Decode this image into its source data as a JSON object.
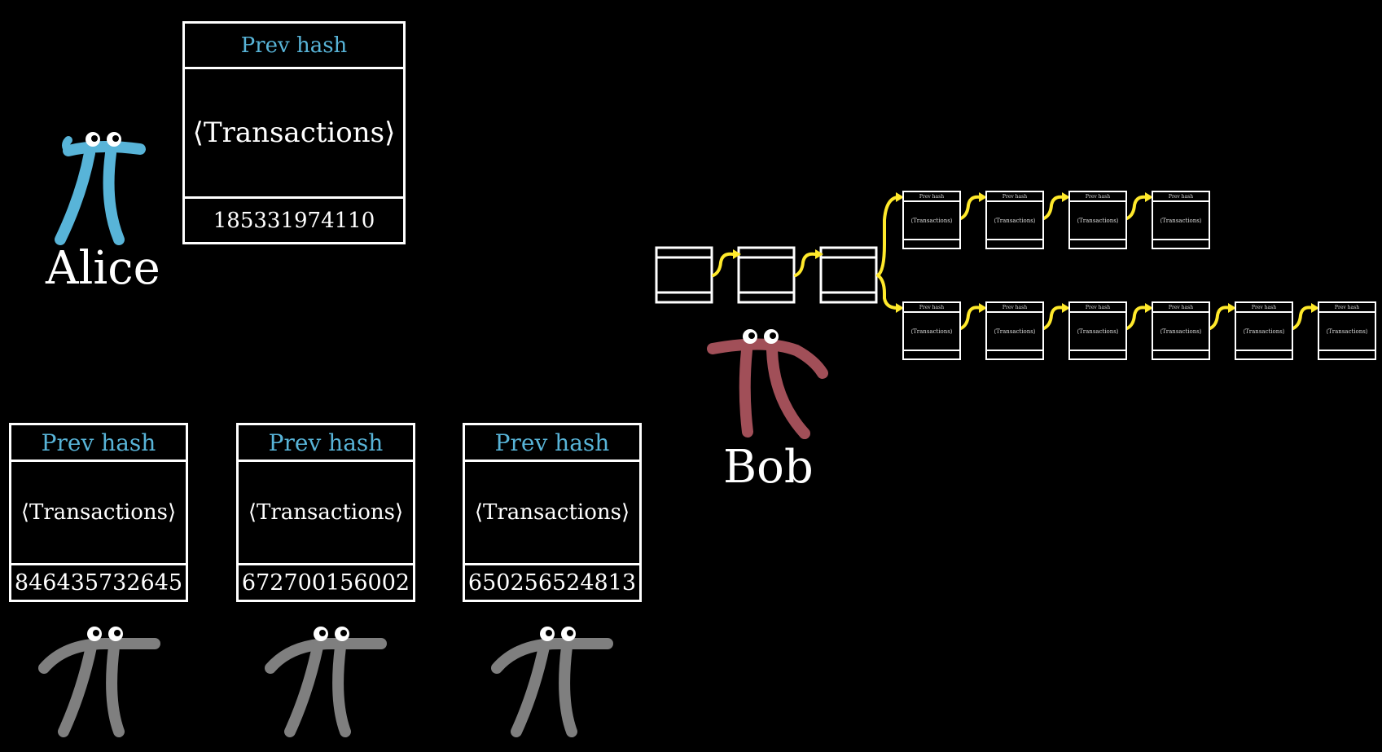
{
  "alice": {
    "name": "Alice",
    "color": "#58b4d8",
    "block": {
      "prev": "Prev hash",
      "transactions": "⟨Transactions⟩",
      "hash": "185331974110"
    }
  },
  "bob": {
    "name": "Bob",
    "color": "#a14f58"
  },
  "others": [
    {
      "prev": "Prev hash",
      "transactions": "⟨Transactions⟩",
      "hash": "846435732645"
    },
    {
      "prev": "Prev hash",
      "transactions": "⟨Transactions⟩",
      "hash": "672700156002"
    },
    {
      "prev": "Prev hash",
      "transactions": "⟨Transactions⟩",
      "hash": "650256524813"
    }
  ],
  "colors": {
    "background": "#000000",
    "arrow": "#ffe92b",
    "other_pi": "#7f7f7f",
    "prev_hash_text": "#58b4d8"
  },
  "chain": {
    "top_branch": [
      {
        "prev": "Prev hash",
        "transactions": "⟨Transactions⟩",
        "hash": ""
      },
      {
        "prev": "Prev hash",
        "transactions": "⟨Transactions⟩",
        "hash": ""
      },
      {
        "prev": "Prev hash",
        "transactions": "⟨Transactions⟩",
        "hash": ""
      },
      {
        "prev": "Prev hash",
        "transactions": "⟨Transactions⟩",
        "hash": ""
      }
    ],
    "bottom_branch": [
      {
        "prev": "Prev hash",
        "transactions": "⟨Transactions⟩",
        "hash": ""
      },
      {
        "prev": "Prev hash",
        "transactions": "⟨Transactions⟩",
        "hash": ""
      },
      {
        "prev": "Prev hash",
        "transactions": "⟨Transactions⟩",
        "hash": ""
      },
      {
        "prev": "Prev hash",
        "transactions": "⟨Transactions⟩",
        "hash": ""
      },
      {
        "prev": "Prev hash",
        "transactions": "⟨Transactions⟩",
        "hash": ""
      },
      {
        "prev": "Prev hash",
        "transactions": "⟨Transactions⟩",
        "hash": ""
      }
    ]
  }
}
